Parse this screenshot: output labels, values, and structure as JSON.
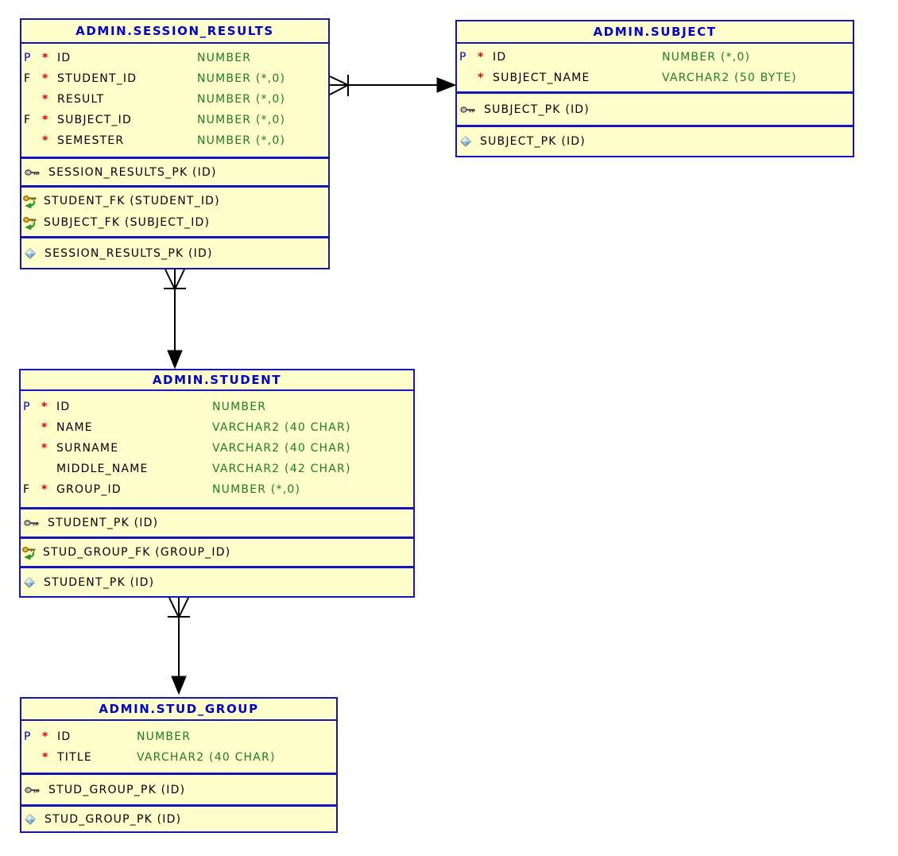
{
  "diagram": {
    "colors": {
      "canvas_bg": "#ffffff",
      "table_fill": "#ffffcc",
      "table_border": "#1414b8",
      "title_text": "#0000cc",
      "column_name_text": "#000000",
      "column_type_text": "#1e7d22",
      "required_marker": "#e80000",
      "pk_flag_text": "#0000cc",
      "fk_flag_text": "#000000",
      "connector": "#000000"
    },
    "icons": {
      "primary_key": "key-icon",
      "foreign_key": "foreign-key-arrow-icon",
      "unique_index": "diamond-icon"
    },
    "tables": [
      {
        "title": "ADMIN.SESSION_RESULTS",
        "columns": [
          {
            "flag": "P",
            "required": "*",
            "name": "ID",
            "type": "NUMBER"
          },
          {
            "flag": "F",
            "required": "*",
            "name": "STUDENT_ID",
            "type": "NUMBER (*,0)"
          },
          {
            "flag": "",
            "required": "*",
            "name": "RESULT",
            "type": "NUMBER (*,0)"
          },
          {
            "flag": "F",
            "required": "*",
            "name": "SUBJECT_ID",
            "type": "NUMBER (*,0)"
          },
          {
            "flag": "",
            "required": "*",
            "name": "SEMESTER",
            "type": "NUMBER (*,0)"
          }
        ],
        "primary_key": "SESSION_RESULTS_PK (ID)",
        "foreign_keys": [
          "STUDENT_FK (STUDENT_ID)",
          "SUBJECT_FK (SUBJECT_ID)"
        ],
        "indexes": [
          "SESSION_RESULTS_PK (ID)"
        ]
      },
      {
        "title": "ADMIN.SUBJECT",
        "columns": [
          {
            "flag": "P",
            "required": "*",
            "name": "ID",
            "type": "NUMBER (*,0)"
          },
          {
            "flag": "",
            "required": "*",
            "name": "SUBJECT_NAME",
            "type": "VARCHAR2 (50 BYTE)"
          }
        ],
        "primary_key": "SUBJECT_PK (ID)",
        "foreign_keys": [],
        "indexes": [
          "SUBJECT_PK (ID)"
        ]
      },
      {
        "title": "ADMIN.STUDENT",
        "columns": [
          {
            "flag": "P",
            "required": "*",
            "name": "ID",
            "type": "NUMBER"
          },
          {
            "flag": "",
            "required": "*",
            "name": "NAME",
            "type": "VARCHAR2 (40 CHAR)"
          },
          {
            "flag": "",
            "required": "*",
            "name": "SURNAME",
            "type": "VARCHAR2 (40 CHAR)"
          },
          {
            "flag": "",
            "required": "",
            "name": "MIDDLE_NAME",
            "type": "VARCHAR2 (42 CHAR)"
          },
          {
            "flag": "F",
            "required": "*",
            "name": "GROUP_ID",
            "type": "NUMBER (*,0)"
          }
        ],
        "primary_key": "STUDENT_PK (ID)",
        "foreign_keys": [
          "STUD_GROUP_FK (GROUP_ID)"
        ],
        "indexes": [
          "STUDENT_PK (ID)"
        ]
      },
      {
        "title": "ADMIN.STUD_GROUP",
        "columns": [
          {
            "flag": "P",
            "required": "*",
            "name": "ID",
            "type": "NUMBER"
          },
          {
            "flag": "",
            "required": "*",
            "name": "TITLE",
            "type": "VARCHAR2 (40 CHAR)"
          }
        ],
        "primary_key": "STUD_GROUP_PK (ID)",
        "foreign_keys": [],
        "indexes": [
          "STUD_GROUP_PK (ID)"
        ]
      }
    ],
    "relationships": [
      {
        "from_table": "ADMIN.SESSION_RESULTS",
        "to_table": "ADMIN.SUBJECT",
        "from_end": "many (crow's foot)",
        "to_end": "one (arrow)"
      },
      {
        "from_table": "ADMIN.SESSION_RESULTS",
        "to_table": "ADMIN.STUDENT",
        "from_end": "many (crow's foot)",
        "to_end": "one (arrow)"
      },
      {
        "from_table": "ADMIN.STUDENT",
        "to_table": "ADMIN.STUD_GROUP",
        "from_end": "many (crow's foot)",
        "to_end": "one (arrow)"
      }
    ]
  }
}
